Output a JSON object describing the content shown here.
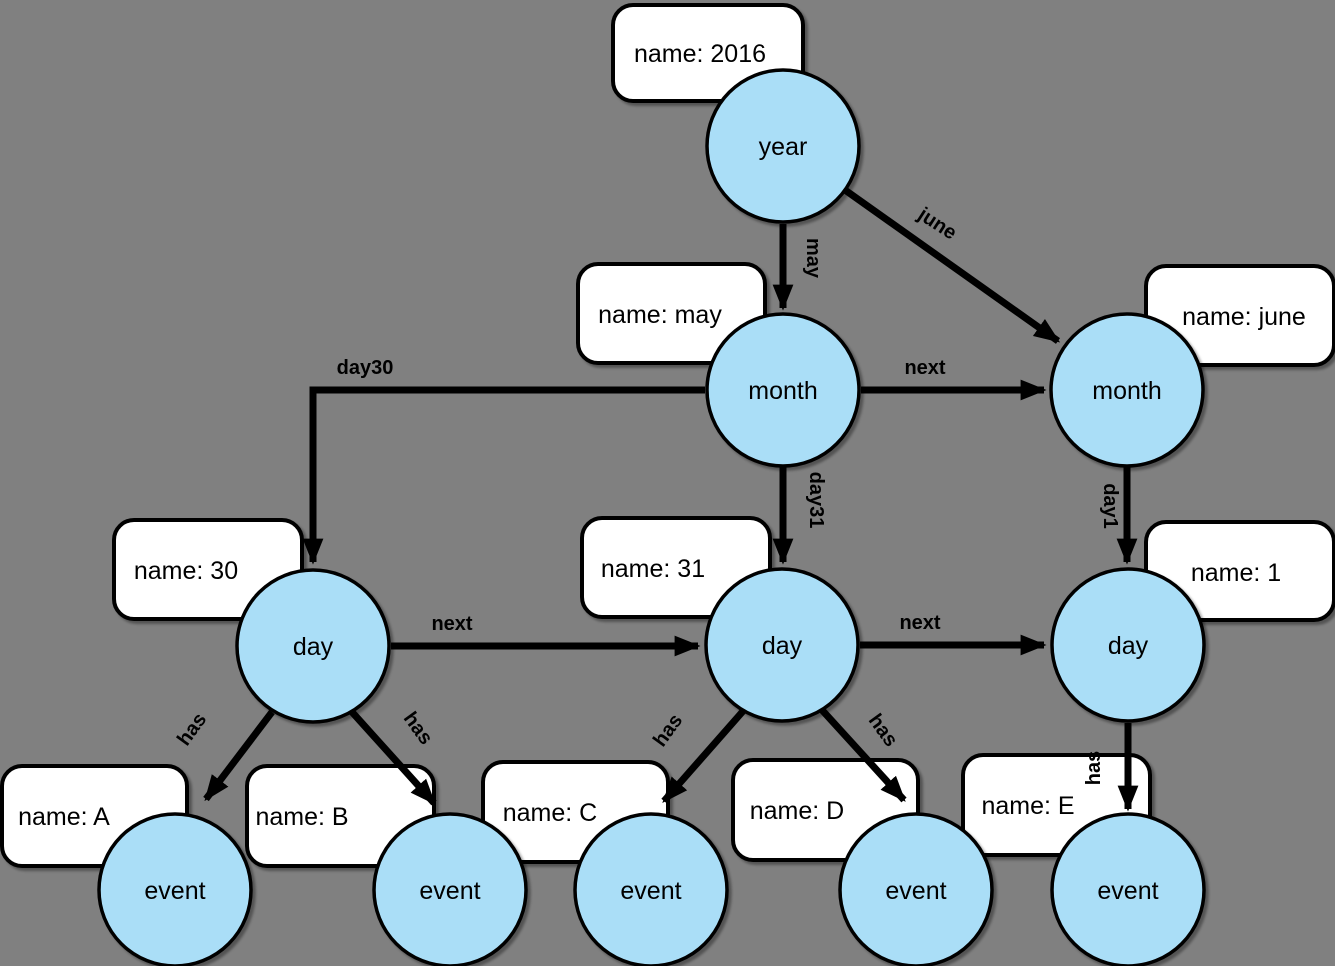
{
  "canvas": {
    "background": "#808080",
    "node_fill": "#aadef7",
    "node_stroke": "#000000",
    "box_fill": "#ffffff",
    "edge_color": "#000000",
    "text_color": "#000000"
  },
  "graph": {
    "nodes": [
      {
        "id": "year",
        "label": "year"
      },
      {
        "id": "month-may",
        "label": "month"
      },
      {
        "id": "month-june",
        "label": "month"
      },
      {
        "id": "day-30",
        "label": "day"
      },
      {
        "id": "day-31",
        "label": "day"
      },
      {
        "id": "day-1",
        "label": "day"
      },
      {
        "id": "event-a",
        "label": "event"
      },
      {
        "id": "event-b",
        "label": "event"
      },
      {
        "id": "event-c",
        "label": "event"
      },
      {
        "id": "event-d",
        "label": "event"
      },
      {
        "id": "event-e",
        "label": "event"
      }
    ],
    "property_boxes": [
      {
        "for": "year",
        "text": "name: 2016"
      },
      {
        "for": "month-may",
        "text": "name: may"
      },
      {
        "for": "month-june",
        "text": "name: june"
      },
      {
        "for": "day-30",
        "text": "name: 30"
      },
      {
        "for": "day-31",
        "text": "name: 31"
      },
      {
        "for": "day-1",
        "text": "name: 1"
      },
      {
        "for": "event-a",
        "text": "name: A"
      },
      {
        "for": "event-b",
        "text": "name: B"
      },
      {
        "for": "event-c",
        "text": "name: C"
      },
      {
        "for": "event-d",
        "text": "name: D"
      },
      {
        "for": "event-e",
        "text": "name: E"
      }
    ],
    "edges": [
      {
        "from": "year",
        "to": "month-may",
        "label": "may"
      },
      {
        "from": "year",
        "to": "month-june",
        "label": "june"
      },
      {
        "from": "month-may",
        "to": "month-june",
        "label": "next"
      },
      {
        "from": "month-may",
        "to": "day-30",
        "label": "day30"
      },
      {
        "from": "month-may",
        "to": "day-31",
        "label": "day31"
      },
      {
        "from": "month-june",
        "to": "day-1",
        "label": "day1"
      },
      {
        "from": "day-30",
        "to": "day-31",
        "label": "next"
      },
      {
        "from": "day-31",
        "to": "day-1",
        "label": "next"
      },
      {
        "from": "day-30",
        "to": "event-a",
        "label": "has"
      },
      {
        "from": "day-30",
        "to": "event-b",
        "label": "has"
      },
      {
        "from": "day-31",
        "to": "event-c",
        "label": "has"
      },
      {
        "from": "day-31",
        "to": "event-d",
        "label": "has"
      },
      {
        "from": "day-1",
        "to": "event-e",
        "label": "has"
      }
    ]
  }
}
